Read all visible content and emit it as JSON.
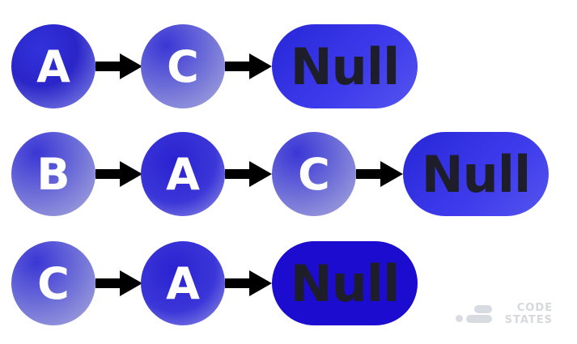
{
  "lists": [
    {
      "nodes": [
        "A",
        "C"
      ],
      "terminal": "Null"
    },
    {
      "nodes": [
        "B",
        "A",
        "C"
      ],
      "terminal": "Null"
    },
    {
      "nodes": [
        "C",
        "A"
      ],
      "terminal": "Null"
    }
  ],
  "watermark": {
    "line1": "CODE",
    "line2": "STATES"
  },
  "colors": {
    "node_blue": "#2a25c8",
    "arrow": "#000000",
    "null_text": "#1e1e2a"
  }
}
